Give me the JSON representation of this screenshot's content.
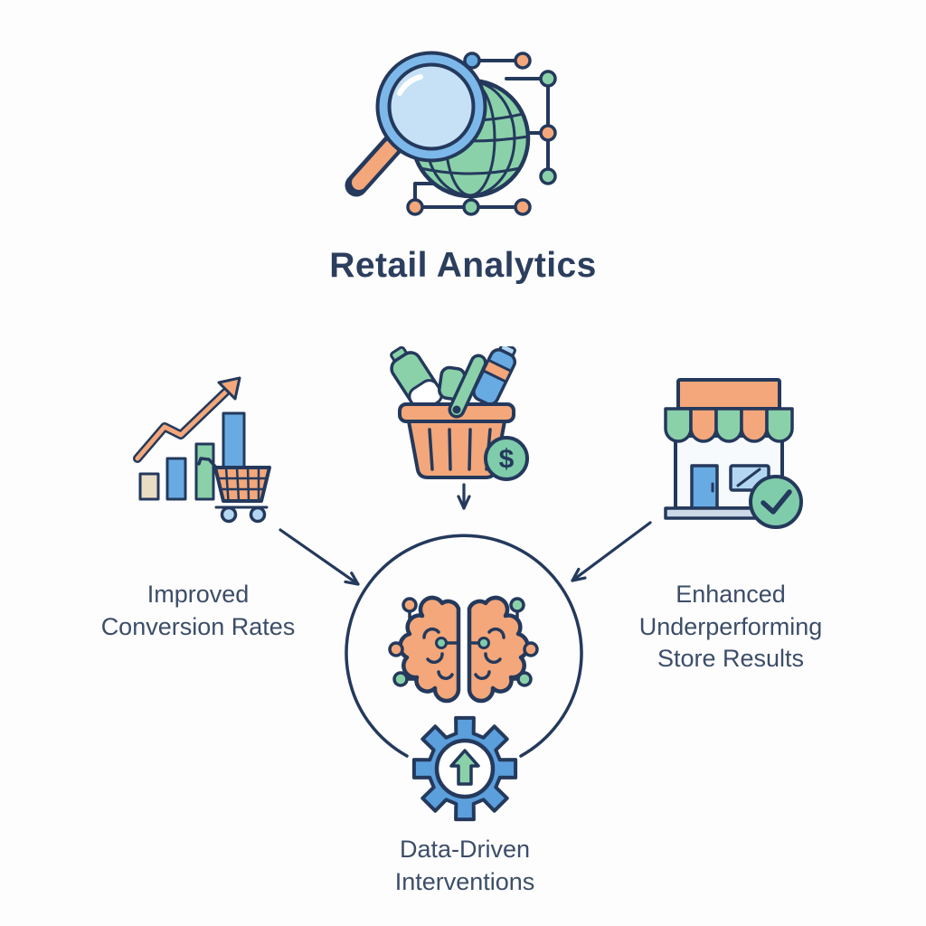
{
  "title": "Retail Analytics",
  "colors": {
    "navy": "#24395c",
    "title_text": "#2c3e5e",
    "label_text": "#3c4d68",
    "orange": "#f3a77a",
    "green": "#8ad1a9",
    "teal": "#7fccab",
    "blue": "#68abe3",
    "gear_blue": "#5b9fdd",
    "ring_blue": "#7db8ea",
    "light_blue": "#b3d7f2",
    "lens_blue": "#c6e1f6",
    "beige": "#e9dcc4",
    "base_gray": "#ccd9e6",
    "white": "#ffffff",
    "background": "#fdfdfd"
  },
  "header": {
    "icon": "magnifier-globe-network-icon"
  },
  "nodes": {
    "left": {
      "icon": "growth-chart-cart-icon",
      "label": "Improved Conversion Rates"
    },
    "center": {
      "icon": "shopping-basket-dollar-icon",
      "coin_symbol": "$"
    },
    "right": {
      "icon": "storefront-check-icon",
      "label": "Enhanced Underperforming Store Results"
    },
    "hub": {
      "icon": "brain-circuit-icon"
    },
    "bottom": {
      "icon": "gear-upgrade-icon",
      "label": "Data-Driven Interventions"
    }
  }
}
